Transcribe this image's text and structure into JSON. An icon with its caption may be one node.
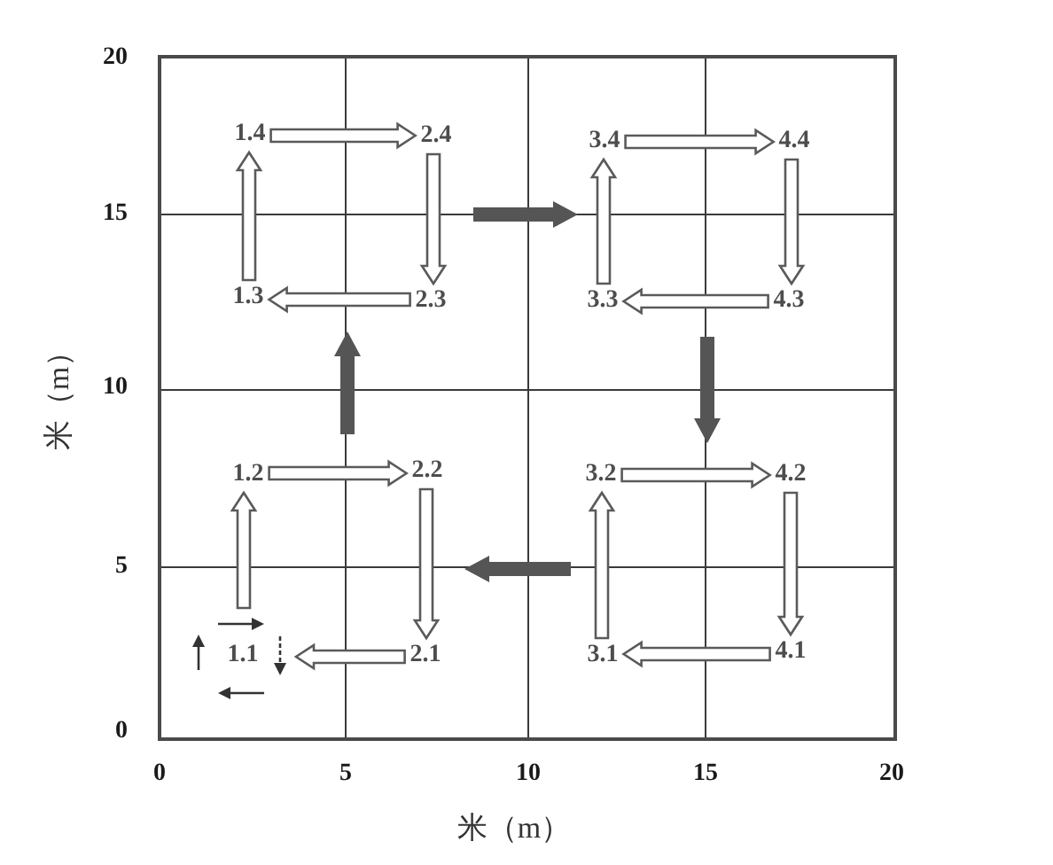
{
  "diagram": {
    "nodes": [
      {
        "text": [
          "1.4"
        ]
      },
      {
        "text": [
          "2.4"
        ]
      },
      {
        "text": [
          "3.4"
        ]
      },
      {
        "text": [
          "4.4"
        ]
      },
      {
        "text": [
          "1.3"
        ]
      },
      {
        "text": [
          "2.3"
        ]
      },
      {
        "text": [
          "3.3"
        ]
      },
      {
        "text": [
          "4.3"
        ]
      },
      {
        "text": [
          "1.2"
        ]
      },
      {
        "text": [
          "2.2"
        ]
      },
      {
        "text": [
          "3.2"
        ]
      },
      {
        "text": [
          "4.2"
        ]
      },
      {
        "text": [
          "1.1"
        ]
      },
      {
        "text": [
          "2.1"
        ]
      },
      {
        "text": [
          "3.1"
        ]
      },
      {
        "text": [
          "4.1"
        ]
      }
    ],
    "edges": [
      {
        "from": 12,
        "to": 8,
        "arrow": "to"
      },
      {
        "from": 8,
        "to": 9,
        "arrow": "to"
      },
      {
        "from": 9,
        "to": 13,
        "arrow": "to"
      },
      {
        "from": 13,
        "to": 12,
        "arrow": "to"
      },
      {
        "from": 4,
        "to": 0,
        "arrow": "to"
      },
      {
        "from": 0,
        "to": 1,
        "arrow": "to"
      },
      {
        "from": 1,
        "to": 5,
        "arrow": "to"
      },
      {
        "from": 5,
        "to": 4,
        "arrow": "to"
      },
      {
        "from": 6,
        "to": 2,
        "arrow": "to"
      },
      {
        "from": 2,
        "to": 3,
        "arrow": "to"
      },
      {
        "from": 3,
        "to": 7,
        "arrow": "to"
      },
      {
        "from": 7,
        "to": 6,
        "arrow": "to"
      },
      {
        "from": 14,
        "to": 10,
        "arrow": "to"
      },
      {
        "from": 10,
        "to": 11,
        "arrow": "to"
      },
      {
        "from": 11,
        "to": 15,
        "arrow": "to"
      },
      {
        "from": 15,
        "to": 14,
        "arrow": "to"
      }
    ],
    "labels": [
      "20",
      "15",
      "米（m）",
      "10",
      "5",
      "0",
      "0",
      "5",
      "10",
      "15",
      "20",
      "米（m）"
    ]
  }
}
